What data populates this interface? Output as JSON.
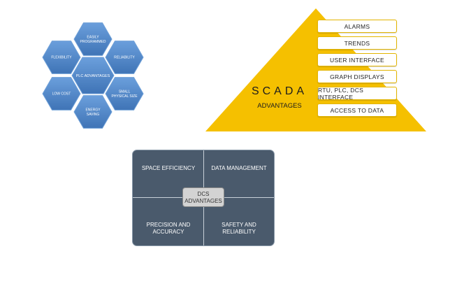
{
  "plc": {
    "center": "PLC ADVANTAGES",
    "petals": [
      {
        "lines": [
          "EASILY",
          "PROGRAMMED"
        ]
      },
      {
        "lines": [
          "RELIABILITY"
        ]
      },
      {
        "lines": [
          "SMALL",
          "PHYSICAL SIZE"
        ]
      },
      {
        "lines": [
          "ENERGY",
          "SAVING"
        ]
      },
      {
        "lines": [
          "LOW COST"
        ]
      },
      {
        "lines": [
          "FLEXIBILITY"
        ]
      }
    ],
    "colors": {
      "fill": "#4f86c6",
      "fill_dark": "#3d6fae",
      "stroke": "#6fa0d8"
    }
  },
  "scada": {
    "title": "SCADA",
    "subtitle": "ADVANTAGES",
    "items": [
      "ALARMS",
      "TRENDS",
      "USER INTERFACE",
      "GRAPH DISPLAYS",
      "RTU, PLC, DCS INTERFACE",
      "ACCESS TO DATA"
    ],
    "colors": {
      "triangle": "#f5c000"
    }
  },
  "dcs": {
    "center_line1": "DCS",
    "center_line2": "ADVANTAGES",
    "top_left": "SPACE EFFICIENCY",
    "top_right": "DATA MANAGEMENT",
    "bottom_left_line1": "PRECISION AND",
    "bottom_left_line2": "ACCURACY",
    "bottom_right_line1": "SAFETY AND",
    "bottom_right_line2": "RELIABILITY",
    "colors": {
      "fill": "#4a5a6c"
    }
  }
}
